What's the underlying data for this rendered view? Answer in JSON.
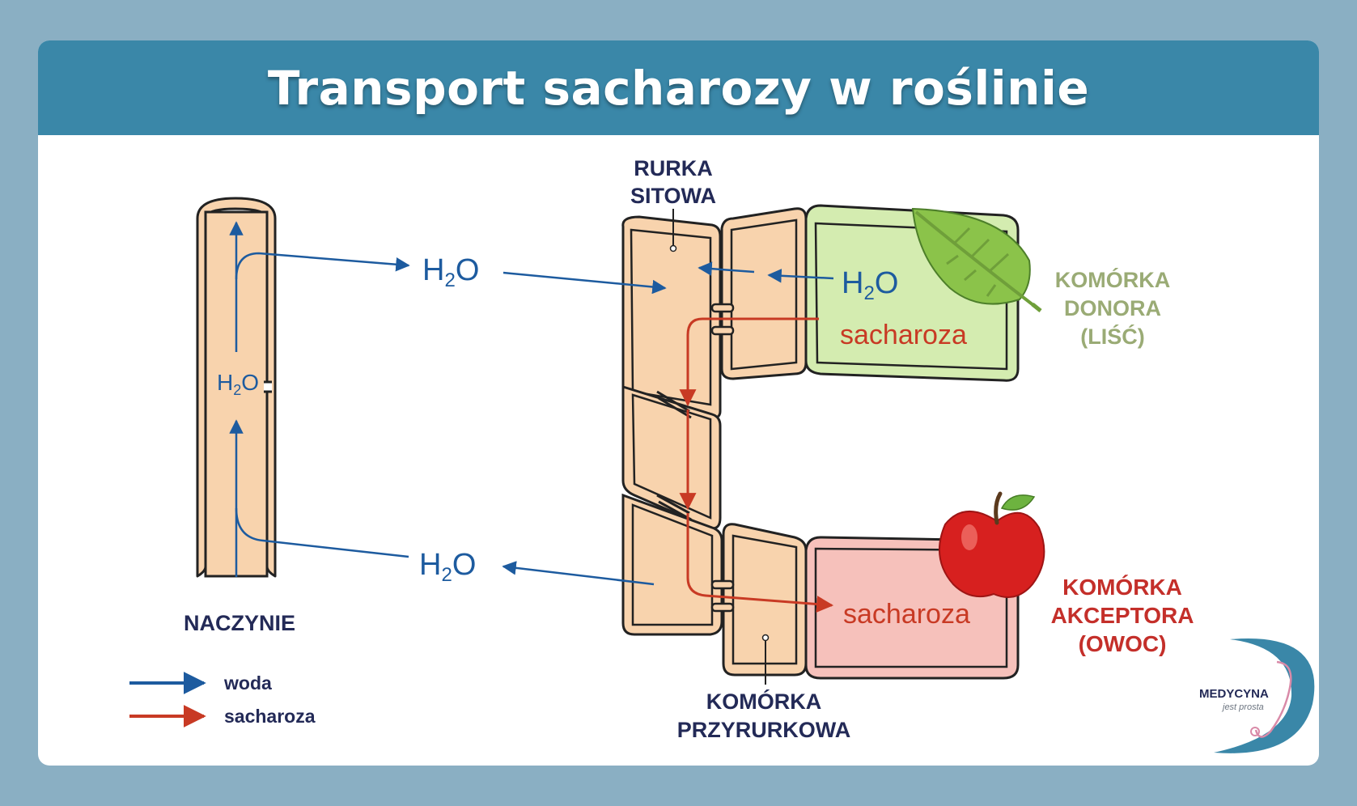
{
  "title": "Transport sacharozy w roślinie",
  "labels": {
    "vessel": "NACZYNIE",
    "sieve_tube_line1": "RURKA",
    "sieve_tube_line2": "SITOWA",
    "companion_line1": "KOMÓRKA",
    "companion_line2": "PRZYRURKOWA",
    "donor_line1": "KOMÓRKA",
    "donor_line2": "DONORA",
    "donor_line3": "(LIŚĆ)",
    "acceptor_line1": "KOMÓRKA",
    "acceptor_line2": "AKCEPTORA",
    "acceptor_line3": "(OWOC)"
  },
  "h2o": {
    "main": "H",
    "sub": "2",
    "tail": "O"
  },
  "sucrose_label": "sacharoza",
  "legend": [
    {
      "label": "woda",
      "color": "#1d5b9f"
    },
    {
      "label": "sacharoza",
      "color": "#c83a24"
    }
  ],
  "logo": {
    "line1": "MEDYCYNA",
    "line2": "jest prosta"
  },
  "colors": {
    "frame": "#8aafc3",
    "title_bar": "#3a87a8",
    "cell_fill": "#f8d3ad",
    "donor_fill": "#d4ecb0",
    "acceptor_fill": "#f6c1bb",
    "water": "#1d5b9f",
    "sucrose": "#c83a24"
  }
}
